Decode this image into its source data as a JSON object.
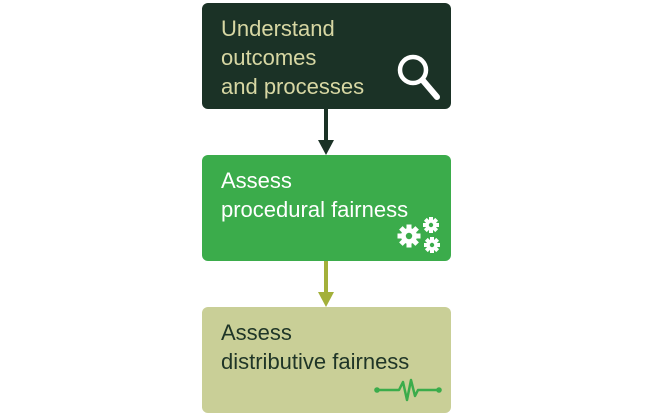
{
  "steps": [
    {
      "id": "understand",
      "lines": [
        "Understand",
        "outcomes",
        "and processes"
      ],
      "color": "#1b3226",
      "text_color": "#d7d7a3",
      "icon": "magnifying-glass-icon"
    },
    {
      "id": "procedural",
      "lines": [
        "Assess",
        "procedural fairness"
      ],
      "color": "#3bac4b",
      "text_color": "#ffffff",
      "icon": "gears-icon"
    },
    {
      "id": "distributive",
      "lines": [
        "Assess",
        "distributive fairness"
      ],
      "color": "#c9cf97",
      "text_color": "#1f3527",
      "icon": "pulse-line-icon"
    }
  ],
  "arrows": [
    {
      "from": "understand",
      "to": "procedural",
      "color": "#1b3226"
    },
    {
      "from": "procedural",
      "to": "distributive",
      "color": "#a3b03a"
    }
  ]
}
